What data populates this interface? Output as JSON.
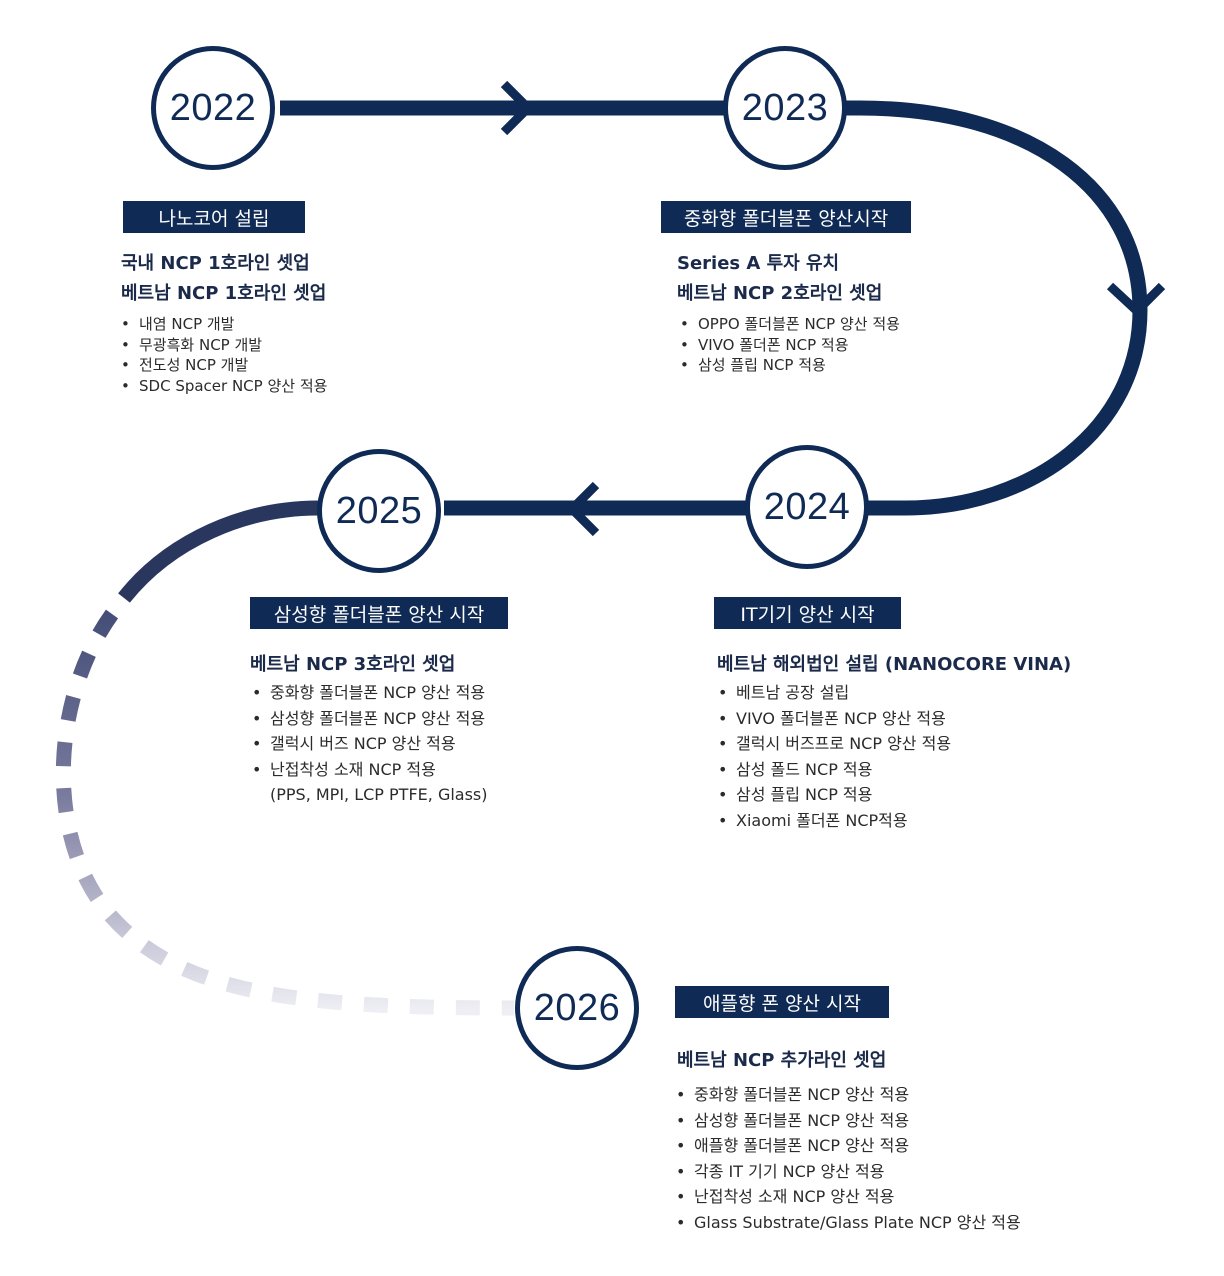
{
  "colors": {
    "navy": "#0f2a55",
    "text": "#2b2b2b",
    "banner_text": "#ffffff"
  },
  "milestones": [
    {
      "year": "2022",
      "banner": "나노코어 설립",
      "headlines": [
        "국내 NCP 1호라인 셋업",
        "베트남 NCP 1호라인 셋업"
      ],
      "items": [
        "내염 NCP 개발",
        "무광흑화 NCP 개발",
        "전도성 NCP 개발",
        "SDC Spacer NCP 양산 적용"
      ]
    },
    {
      "year": "2023",
      "banner": "중화향 폴더블폰 양산시작",
      "headlines": [
        "Series A 투자 유치",
        "베트남 NCP 2호라인 셋업"
      ],
      "items": [
        "OPPO 폴더블폰 NCP 양산 적용",
        "VIVO 폴더폰 NCP 적용",
        "삼성 플립 NCP 적용"
      ]
    },
    {
      "year": "2024",
      "banner": "IT기기 양산 시작",
      "headlines": [
        "베트남 해외법인 설립 (NANOCORE VINA)"
      ],
      "items": [
        "베트남 공장 설립",
        "VIVO 폴더블폰 NCP 양산 적용",
        "갤럭시 버즈프로 NCP 양산 적용",
        "삼성 폴드 NCP 적용",
        "삼성 플립 NCP 적용",
        "Xiaomi 폴더폰 NCP적용"
      ]
    },
    {
      "year": "2025",
      "banner": "삼성향 폴더블폰 양산 시작",
      "headlines": [
        "베트남 NCP 3호라인 셋업"
      ],
      "items": [
        "중화향 폴더블폰 NCP 양산 적용",
        "삼성향 폴더블폰 NCP 양산 적용",
        "갤럭시 버즈 NCP 양산 적용",
        "난접착성 소재 NCP 적용"
      ],
      "continuation": "(PPS, MPI, LCP PTFE, Glass)"
    },
    {
      "year": "2026",
      "banner": "애플향 폰 양산 시작",
      "headlines": [
        "베트남 NCP 추가라인 셋업"
      ],
      "items": [
        "중화향 폴더블폰 NCP 양산 적용",
        "삼성향 폴더블폰 NCP 양산 적용",
        "애플향 폴더블폰 NCP 양산 적용",
        "각종 IT 기기 NCP 양산 적용",
        "난접착성 소재  NCP 양산 적용",
        "Glass Substrate/Glass Plate NCP 양산 적용"
      ]
    }
  ]
}
